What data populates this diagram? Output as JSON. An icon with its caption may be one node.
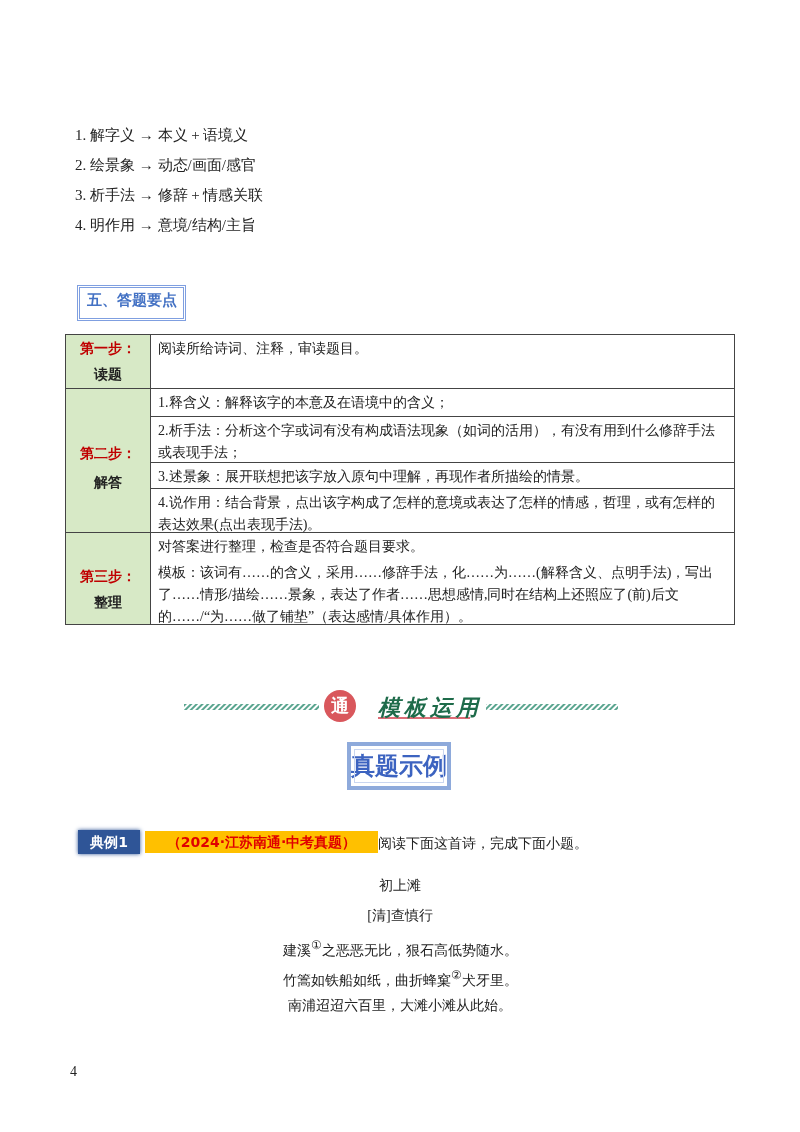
{
  "diagram": {
    "nodes": [
      {
        "text": [
          "五、答题要点"
        ]
      },
      {
        "text": [
          "通"
        ]
      },
      {
        "text": [
          "真题示例"
        ]
      },
      {
        "text": [
          "典例1"
        ]
      }
    ],
    "edges": [],
    "labels": [
      "1. 解字义 → 本义 + 语境义",
      "2. 绘景象 → 动态/画面/感官",
      "3. 析手法 → 修辞 + 情感关联",
      "4. 明作用 → 意境/结构/主旨",
      "第一步：",
      "读题",
      "阅读所给诗词、注释，审读题目。",
      "第二步：",
      "解答",
      "1.释含义：解释该字的本意及在语境中的含义；",
      "2.析手法：分析这个字或词有没有构成语法现象（如词的活用），有没有用到什么修辞手法或表现手法；",
      "3.述景象：展开联想把该字放入原句中理解，再现作者所描绘的情景。",
      "4.说作用：结合背景，点出该字构成了怎样的意境或表达了怎样的情感，哲理，或有怎样的表达效果(点出表现手法)。",
      "第三步：",
      "整理",
      "对答案进行整理，检查是否符合题目要求。",
      "模板：该词有……的含义，采用……修辞手法，化……为……(解释含义、点明手法)，写出了……情形/描绘……景象，表达了作者……思想感情,同时在结构上还照应了(前)后文的……/“为……做了铺垫”（表达感情/具体作用）。",
      "模板运用",
      "（2024·江苏南通·中考真题）",
      "阅读下面这首诗，完成下面小题。",
      "初上滩",
      "[清]查慎行",
      "建溪$^{①}$之恶恶无比，狠石高低势随水。",
      "竹篙如铁船如纸，曲折蜂窠$^{②}$犬牙里。",
      "南浦迢迢六百里，大滩小滩从此始。",
      "4"
    ]
  }
}
